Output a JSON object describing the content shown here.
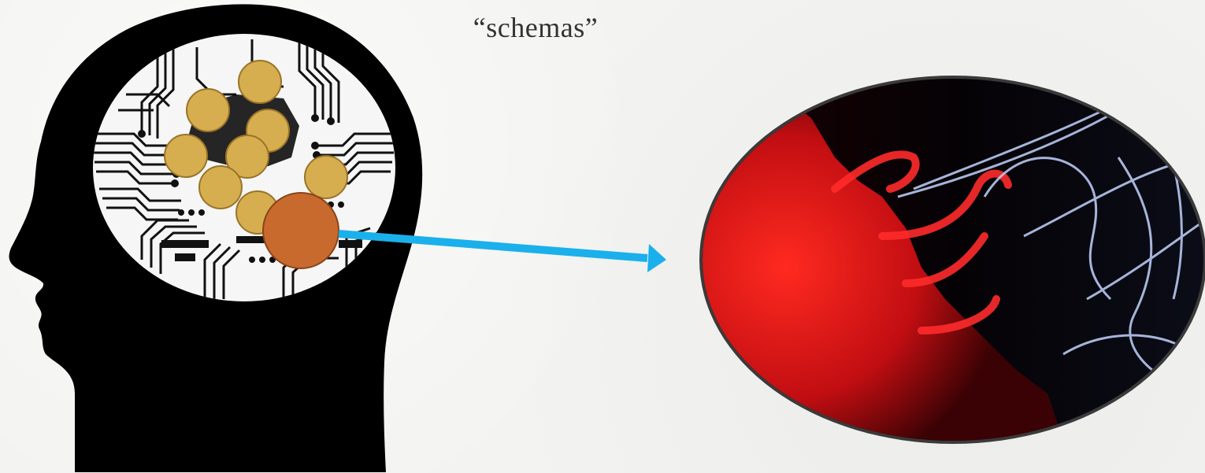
{
  "caption": "“schemas”",
  "colors": {
    "head_silhouette": "#000000",
    "brain_fill": "#f6f6f6",
    "circuit_lines": "#111111",
    "schema_circle": "#d6ae4f",
    "schema_circle_stroke": "#9a7428",
    "highlight_circle": "#c86a2e",
    "highlight_circle_stroke": "#8a4318",
    "arrow": "#1ab0ec",
    "lens_frame": "#3a3a3a",
    "tissue_red": "#e0141a",
    "fiber_blue": "#b8c8f0"
  },
  "icons": {
    "head": "human-head-silhouette",
    "brain": "circuit-brain",
    "lens": "magnified-neuron-photo"
  }
}
